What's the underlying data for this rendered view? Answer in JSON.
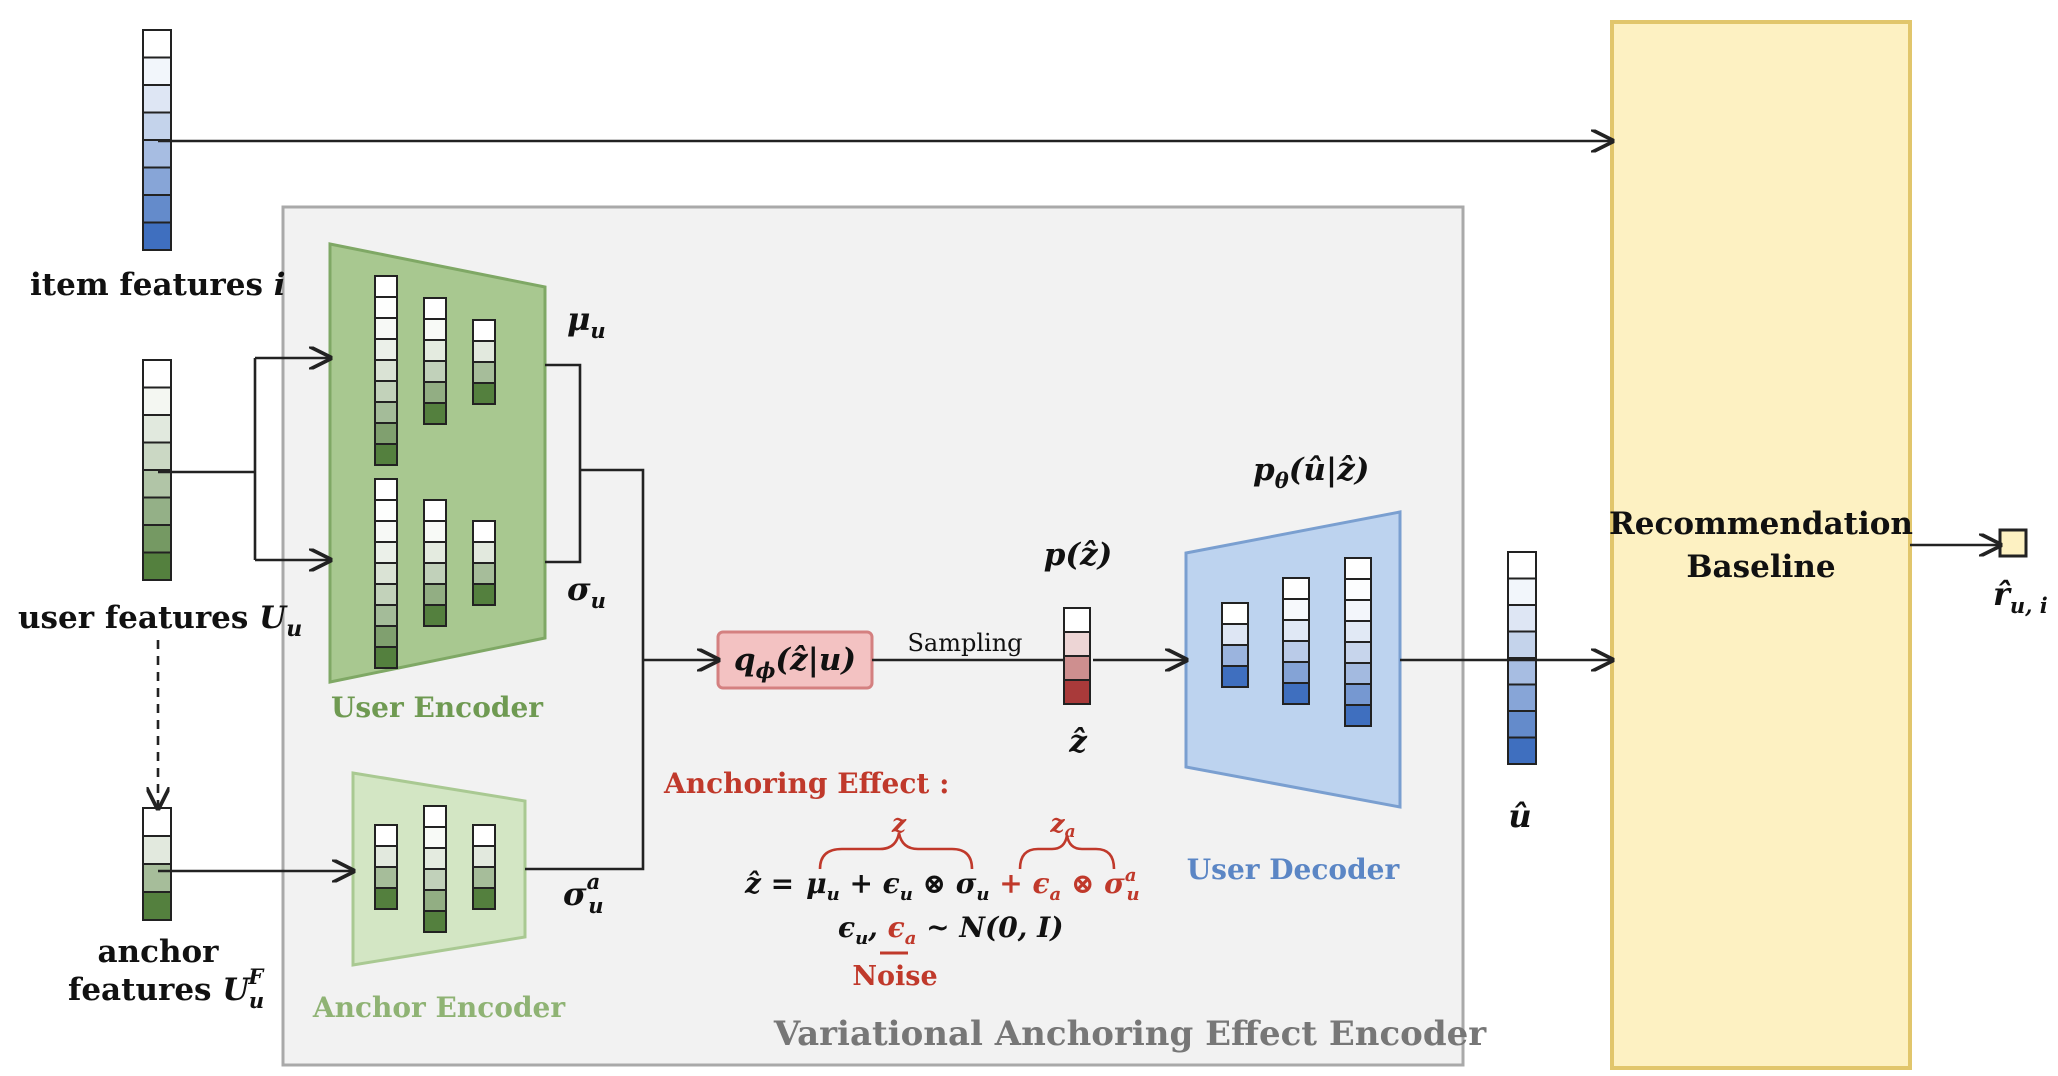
{
  "inputs": {
    "item": {
      "label": "item features ",
      "symbol": "i"
    },
    "user": {
      "label": "user features ",
      "symbol": "U",
      "subscript": "u"
    },
    "anchor": {
      "line1": "anchor",
      "line2": "features ",
      "symbol": "U",
      "subscript": "u",
      "superscript": "F"
    }
  },
  "encoders": {
    "user": {
      "label": "User Encoder",
      "mu": "μ",
      "mu_sub": "u",
      "sigma": "σ",
      "sigma_sub": "u"
    },
    "anchor": {
      "label": "Anchor Encoder",
      "sigma": "σ",
      "sigma_sub": "u",
      "sigma_sup": "a"
    }
  },
  "variational_box": {
    "label": "Variational Anchoring Effect Encoder"
  },
  "posterior": {
    "label": "q",
    "sub": "ϕ",
    "arg": "(ẑ|u)"
  },
  "sampling": {
    "label": "Sampling"
  },
  "prior": {
    "label": "p(ẑ)",
    "latent": "ẑ"
  },
  "decoder": {
    "label": "User Decoder",
    "title": "p",
    "title_sub": "θ",
    "title_arg": "(û|ẑ)"
  },
  "reconstruction": {
    "label": "û"
  },
  "anchoring_effect": {
    "title": "Anchoring Effect :",
    "brace_z": "z",
    "brace_za": "z",
    "brace_za_sub": "a",
    "equation_lhs": "ẑ  =",
    "equation_z": "μ",
    "equation_z_rest": " + ϵ",
    "equation_z_otimes": " ⊗ σ",
    "equation_plus": " +",
    "equation_za": " ϵ",
    "equation_za_otimes": " ⊗ σ",
    "noise_line": "ϵ",
    "noise_line_mid": ", ",
    "noise_line_eps_a": "ϵ",
    "noise_line_rest": " ~ N(0, I)",
    "noise_label": "Noise"
  },
  "baseline": {
    "line1": "Recommendation",
    "line2": "Baseline"
  },
  "output": {
    "symbol": "r̂",
    "subscript": "u, i"
  },
  "colors": {
    "encoder_green": "#a8c890",
    "encoder_green_border": "#7fa865",
    "anchor_green": "#d3e6c4",
    "decoder_blue": "#bdd3ef",
    "decoder_blue_border": "#7a9fd0",
    "box_grey": "#f2f2f2",
    "baseline_yellow": "#fdf1c2",
    "baseline_border": "#e1c66c",
    "posterior_red": "#f3c2c2",
    "accent_red": "#c0392b",
    "encoder_label_green": "#6f9a52",
    "decoder_label_blue": "#5b86c5"
  }
}
